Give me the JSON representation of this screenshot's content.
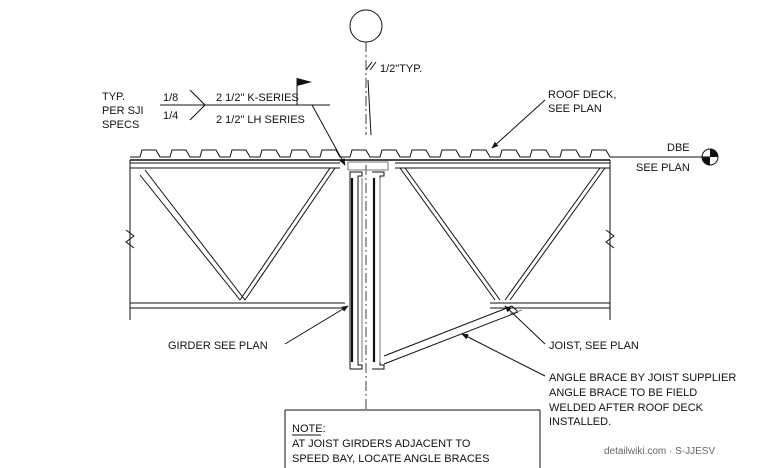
{
  "weld_note": {
    "typ": "TYP.",
    "per_sji": "PER SJI",
    "specs": "SPECS",
    "size_1": "1/8",
    "size_2": "1/4",
    "series_k": "2 1/2\" K-SERIES",
    "series_lh": "2 1/2\" LH SERIES"
  },
  "typ_dim": "1/2\"TYP.",
  "roof_deck": {
    "line1": "ROOF DECK,",
    "line2": "SEE PLAN"
  },
  "dbe": {
    "label": "DBE",
    "sub": "SEE PLAN"
  },
  "girder_label": "GIRDER SEE PLAN",
  "joist_label": "JOIST, SEE PLAN",
  "angle_brace": {
    "line1": "ANGLE BRACE BY JOIST SUPPLIER",
    "line2": "ANGLE BRACE TO BE FIELD",
    "line3": "WELDED AFTER ROOF DECK",
    "line4": "INSTALLED."
  },
  "note": {
    "title": "NOTE",
    "colon": ":",
    "line1": "AT JOIST GIRDERS ADJACENT TO",
    "line2": "SPEED BAY, LOCATE ANGLE BRACES"
  },
  "watermark": "detailwiki.com · S-JJESV"
}
